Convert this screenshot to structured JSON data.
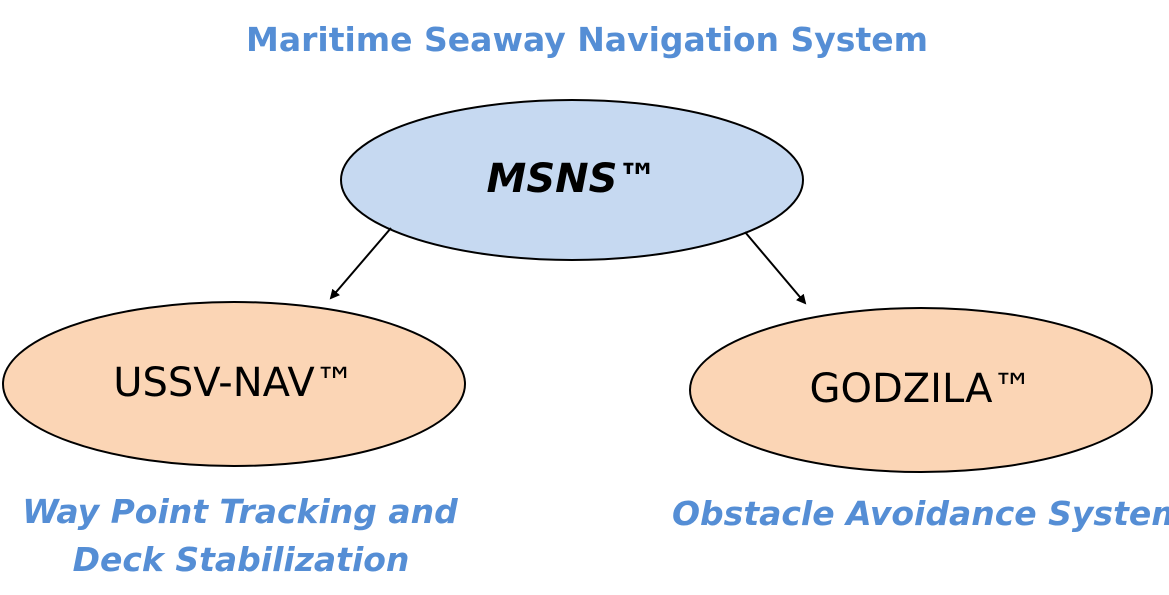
{
  "title": "Maritime Seaway Navigation System",
  "nodes": {
    "root": {
      "label": "MSNS™",
      "fill": "#c6d9f1"
    },
    "left": {
      "label": "USSV-NAV™",
      "fill": "#fbd5b5",
      "caption_line1": "Way Point Tracking and",
      "caption_line2": "Deck Stabilization"
    },
    "right": {
      "label": "GODZILA™",
      "fill": "#fbd5b5",
      "caption": "Obstacle Avoidance System"
    }
  },
  "colors": {
    "accent": "#558ed5",
    "stroke": "#000000"
  }
}
